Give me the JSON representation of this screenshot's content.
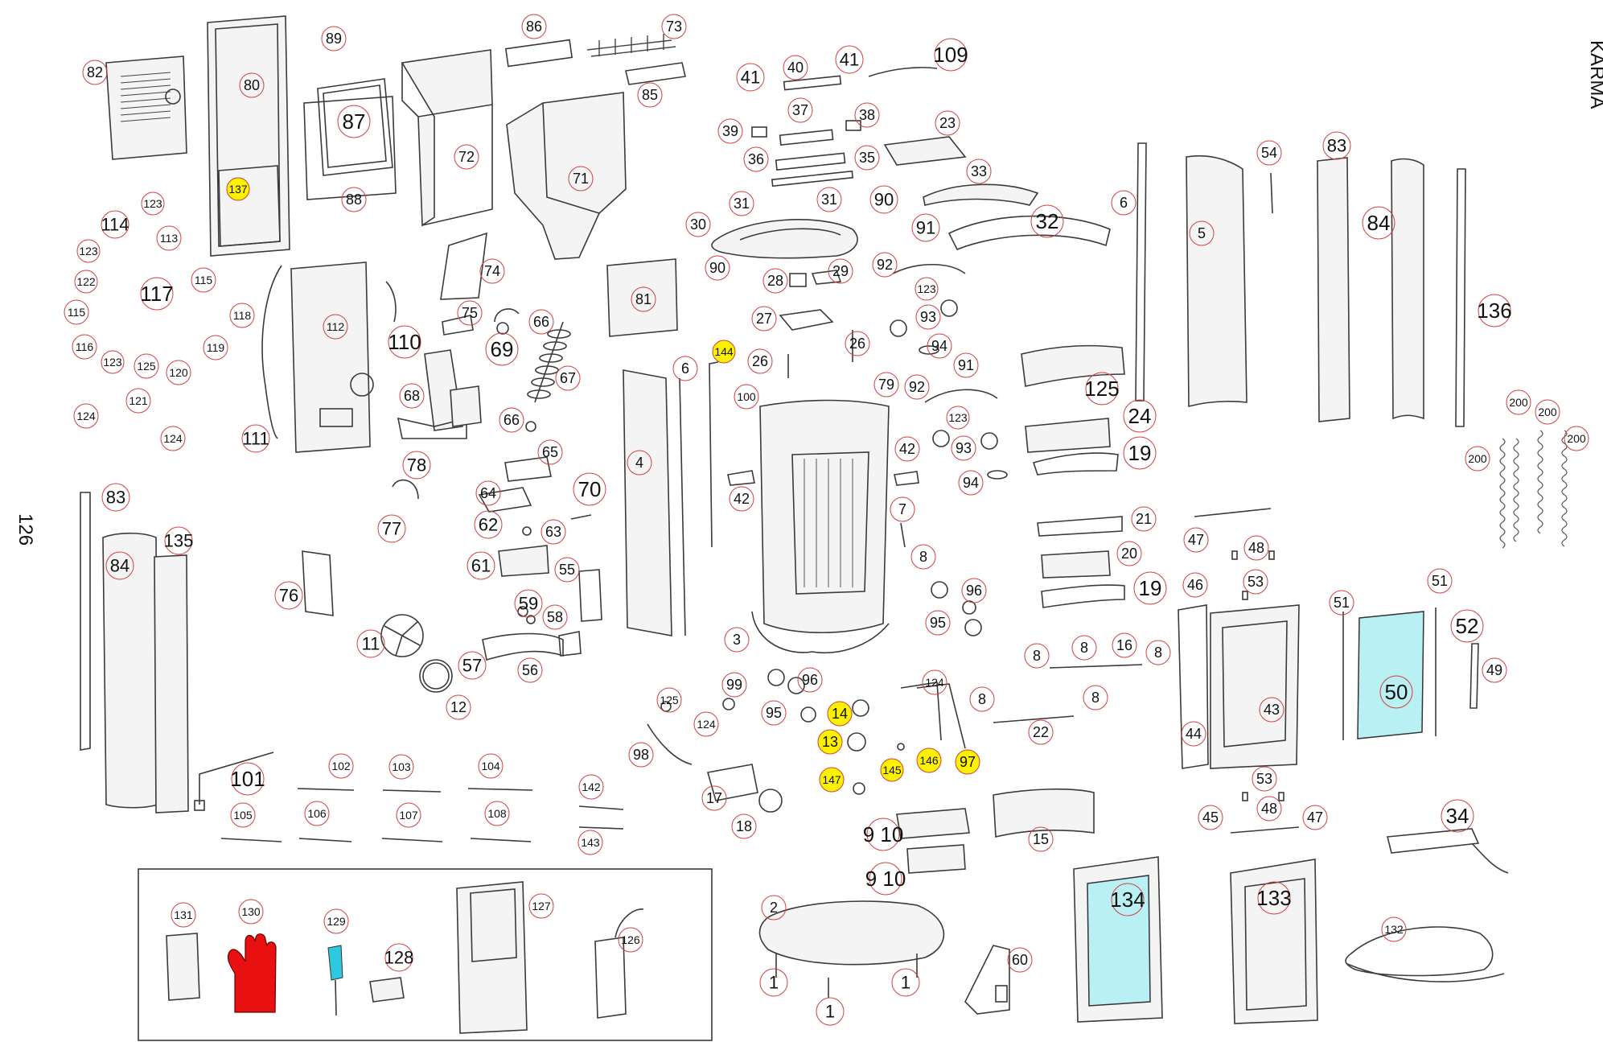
{
  "title": "KARMA",
  "page_number": "126",
  "colors": {
    "callout_ring": "#d04040",
    "highlight": "#fff200",
    "glass": "#b9f0f4",
    "glove": "#e81010",
    "scraper_blade": "#2ec8e0"
  },
  "callouts": [
    {
      "id": "c82",
      "label": "82",
      "hl": false
    },
    {
      "id": "c80",
      "label": "80",
      "hl": false
    },
    {
      "id": "c89",
      "label": "89",
      "hl": false
    },
    {
      "id": "c87",
      "label": "87",
      "hl": false
    },
    {
      "id": "c86",
      "label": "86",
      "hl": false
    },
    {
      "id": "c73",
      "label": "73",
      "hl": false
    },
    {
      "id": "c85",
      "label": "85",
      "hl": false
    },
    {
      "id": "c72",
      "label": "72",
      "hl": false
    },
    {
      "id": "c71",
      "label": "71",
      "hl": false
    },
    {
      "id": "c88",
      "label": "88",
      "hl": false
    },
    {
      "id": "c137",
      "label": "137",
      "hl": true
    },
    {
      "id": "c123a",
      "label": "123",
      "hl": false
    },
    {
      "id": "c114",
      "label": "114",
      "hl": false
    },
    {
      "id": "c113",
      "label": "113",
      "hl": false
    },
    {
      "id": "c123b",
      "label": "123",
      "hl": false
    },
    {
      "id": "c122",
      "label": "122",
      "hl": false
    },
    {
      "id": "c117",
      "label": "117",
      "hl": false
    },
    {
      "id": "c115a",
      "label": "115",
      "hl": false
    },
    {
      "id": "c115b",
      "label": "115",
      "hl": false
    },
    {
      "id": "c118",
      "label": "118",
      "hl": false
    },
    {
      "id": "c116",
      "label": "116",
      "hl": false
    },
    {
      "id": "c123c",
      "label": "123",
      "hl": false
    },
    {
      "id": "c125a",
      "label": "125",
      "hl": false
    },
    {
      "id": "c120",
      "label": "120",
      "hl": false
    },
    {
      "id": "c119",
      "label": "119",
      "hl": false
    },
    {
      "id": "c121",
      "label": "121",
      "hl": false
    },
    {
      "id": "c124a",
      "label": "124",
      "hl": false
    },
    {
      "id": "c124b",
      "label": "124",
      "hl": false
    },
    {
      "id": "c112",
      "label": "112",
      "hl": false
    },
    {
      "id": "c110",
      "label": "110",
      "hl": false
    },
    {
      "id": "c111",
      "label": "111",
      "hl": false
    },
    {
      "id": "c74",
      "label": "74",
      "hl": false
    },
    {
      "id": "c75",
      "label": "75",
      "hl": false
    },
    {
      "id": "c69",
      "label": "69",
      "hl": false
    },
    {
      "id": "c68",
      "label": "68",
      "hl": false
    },
    {
      "id": "c66a",
      "label": "66",
      "hl": false
    },
    {
      "id": "c67",
      "label": "67",
      "hl": false
    },
    {
      "id": "c66b",
      "label": "66",
      "hl": false
    },
    {
      "id": "c65",
      "label": "65",
      "hl": false
    },
    {
      "id": "c81",
      "label": "81",
      "hl": false
    },
    {
      "id": "c41a",
      "label": "41",
      "hl": false
    },
    {
      "id": "c40",
      "label": "40",
      "hl": false
    },
    {
      "id": "c41b",
      "label": "41",
      "hl": false
    },
    {
      "id": "c109",
      "label": "109",
      "hl": false
    },
    {
      "id": "c37",
      "label": "37",
      "hl": false
    },
    {
      "id": "c38",
      "label": "38",
      "hl": false
    },
    {
      "id": "c39",
      "label": "39",
      "hl": false
    },
    {
      "id": "c36",
      "label": "36",
      "hl": false
    },
    {
      "id": "c35",
      "label": "35",
      "hl": false
    },
    {
      "id": "c23",
      "label": "23",
      "hl": false
    },
    {
      "id": "c33",
      "label": "33",
      "hl": false
    },
    {
      "id": "c31a",
      "label": "31",
      "hl": false
    },
    {
      "id": "c31b",
      "label": "31",
      "hl": false
    },
    {
      "id": "c90a",
      "label": "90",
      "hl": false
    },
    {
      "id": "c30",
      "label": "30",
      "hl": false
    },
    {
      "id": "c32",
      "label": "32",
      "hl": false
    },
    {
      "id": "c91a",
      "label": "91",
      "hl": false
    },
    {
      "id": "c90b",
      "label": "90",
      "hl": false
    },
    {
      "id": "c28",
      "label": "28",
      "hl": false
    },
    {
      "id": "c29",
      "label": "29",
      "hl": false
    },
    {
      "id": "c92a",
      "label": "92",
      "hl": false
    },
    {
      "id": "c123d",
      "label": "123",
      "hl": false
    },
    {
      "id": "c27",
      "label": "27",
      "hl": false
    },
    {
      "id": "c93a",
      "label": "93",
      "hl": false
    },
    {
      "id": "c26a",
      "label": "26",
      "hl": false
    },
    {
      "id": "c94a",
      "label": "94",
      "hl": false
    },
    {
      "id": "c144",
      "label": "144",
      "hl": true
    },
    {
      "id": "c26b",
      "label": "26",
      "hl": false
    },
    {
      "id": "c6a",
      "label": "6",
      "hl": false
    },
    {
      "id": "c100",
      "label": "100",
      "hl": false
    },
    {
      "id": "c79",
      "label": "79",
      "hl": false
    },
    {
      "id": "c92b",
      "label": "92",
      "hl": false
    },
    {
      "id": "c91b",
      "label": "91",
      "hl": false
    },
    {
      "id": "c123e",
      "label": "123",
      "hl": false
    },
    {
      "id": "c93b",
      "label": "93",
      "hl": false
    },
    {
      "id": "c4",
      "label": "4",
      "hl": false
    },
    {
      "id": "c42a",
      "label": "42",
      "hl": false
    },
    {
      "id": "c42b",
      "label": "42",
      "hl": false
    },
    {
      "id": "c94b",
      "label": "94",
      "hl": false
    },
    {
      "id": "c7",
      "label": "7",
      "hl": false
    },
    {
      "id": "c8a",
      "label": "8",
      "hl": false
    },
    {
      "id": "c96a",
      "label": "96",
      "hl": false
    },
    {
      "id": "c95a",
      "label": "95",
      "hl": false
    },
    {
      "id": "c3",
      "label": "3",
      "hl": false
    },
    {
      "id": "c78",
      "label": "78",
      "hl": false
    },
    {
      "id": "c64",
      "label": "64",
      "hl": false
    },
    {
      "id": "c70",
      "label": "70",
      "hl": false
    },
    {
      "id": "c77",
      "label": "77",
      "hl": false
    },
    {
      "id": "c62",
      "label": "62",
      "hl": false
    },
    {
      "id": "c63",
      "label": "63",
      "hl": false
    },
    {
      "id": "c61",
      "label": "61",
      "hl": false
    },
    {
      "id": "c55",
      "label": "55",
      "hl": false
    },
    {
      "id": "c76",
      "label": "76",
      "hl": false
    },
    {
      "id": "c59",
      "label": "59",
      "hl": false
    },
    {
      "id": "c58",
      "label": "58",
      "hl": false
    },
    {
      "id": "c11",
      "label": "11",
      "hl": false
    },
    {
      "id": "c57",
      "label": "57",
      "hl": false
    },
    {
      "id": "c56",
      "label": "56",
      "hl": false
    },
    {
      "id": "c12",
      "label": "12",
      "hl": false
    },
    {
      "id": "c83a",
      "label": "83",
      "hl": false
    },
    {
      "id": "c84a",
      "label": "84",
      "hl": false
    },
    {
      "id": "c135",
      "label": "135",
      "hl": false
    },
    {
      "id": "c99",
      "label": "99",
      "hl": false
    },
    {
      "id": "c96b",
      "label": "96",
      "hl": false
    },
    {
      "id": "c124c",
      "label": "124",
      "hl": false
    },
    {
      "id": "c125b",
      "label": "125",
      "hl": false
    },
    {
      "id": "c95b",
      "label": "95",
      "hl": false
    },
    {
      "id": "c14",
      "label": "14",
      "hl": true
    },
    {
      "id": "c124d",
      "label": "124",
      "hl": false
    },
    {
      "id": "c13",
      "label": "13",
      "hl": true
    },
    {
      "id": "c98",
      "label": "98",
      "hl": false
    },
    {
      "id": "c145",
      "label": "145",
      "hl": true
    },
    {
      "id": "c146",
      "label": "146",
      "hl": true
    },
    {
      "id": "c97",
      "label": "97",
      "hl": true
    },
    {
      "id": "c147",
      "label": "147",
      "hl": true
    },
    {
      "id": "c17",
      "label": "17",
      "hl": false
    },
    {
      "id": "c18",
      "label": "18",
      "hl": false
    },
    {
      "id": "c101",
      "label": "101",
      "hl": false
    },
    {
      "id": "c102",
      "label": "102",
      "hl": false
    },
    {
      "id": "c103",
      "label": "103",
      "hl": false
    },
    {
      "id": "c104",
      "label": "104",
      "hl": false
    },
    {
      "id": "c105",
      "label": "105",
      "hl": false
    },
    {
      "id": "c106",
      "label": "106",
      "hl": false
    },
    {
      "id": "c107",
      "label": "107",
      "hl": false
    },
    {
      "id": "c108",
      "label": "108",
      "hl": false
    },
    {
      "id": "c142",
      "label": "142",
      "hl": false
    },
    {
      "id": "c143",
      "label": "143",
      "hl": false
    },
    {
      "id": "c910a",
      "label": "9 10",
      "hl": false
    },
    {
      "id": "c910b",
      "label": "9 10",
      "hl": false
    },
    {
      "id": "c15",
      "label": "15",
      "hl": false
    },
    {
      "id": "c8b",
      "label": "8",
      "hl": false
    },
    {
      "id": "c22",
      "label": "22",
      "hl": false
    },
    {
      "id": "c8c",
      "label": "8",
      "hl": false
    },
    {
      "id": "c8d",
      "label": "8",
      "hl": false
    },
    {
      "id": "c8e",
      "label": "8",
      "hl": false
    },
    {
      "id": "c16",
      "label": "16",
      "hl": false
    },
    {
      "id": "c8f",
      "label": "8",
      "hl": false
    },
    {
      "id": "c125c",
      "label": "125",
      "hl": false
    },
    {
      "id": "c24",
      "label": "24",
      "hl": false
    },
    {
      "id": "c19a",
      "label": "19",
      "hl": false
    },
    {
      "id": "c21",
      "label": "21",
      "hl": false
    },
    {
      "id": "c20",
      "label": "20",
      "hl": false
    },
    {
      "id": "c19b",
      "label": "19",
      "hl": false
    },
    {
      "id": "c6b",
      "label": "6",
      "hl": false
    },
    {
      "id": "c5",
      "label": "5",
      "hl": false
    },
    {
      "id": "c54",
      "label": "54",
      "hl": false
    },
    {
      "id": "c83b",
      "label": "83",
      "hl": false
    },
    {
      "id": "c84b",
      "label": "84",
      "hl": false
    },
    {
      "id": "c136",
      "label": "136",
      "hl": false
    },
    {
      "id": "c200a",
      "label": "200",
      "hl": false
    },
    {
      "id": "c200b",
      "label": "200",
      "hl": false
    },
    {
      "id": "c200c",
      "label": "200",
      "hl": false
    },
    {
      "id": "c200d",
      "label": "200",
      "hl": false
    },
    {
      "id": "c47a",
      "label": "47",
      "hl": false
    },
    {
      "id": "c48a",
      "label": "48",
      "hl": false
    },
    {
      "id": "c46",
      "label": "46",
      "hl": false
    },
    {
      "id": "c53a",
      "label": "53",
      "hl": false
    },
    {
      "id": "c51a",
      "label": "51",
      "hl": false
    },
    {
      "id": "c51b",
      "label": "51",
      "hl": false
    },
    {
      "id": "c52",
      "label": "52",
      "hl": false
    },
    {
      "id": "c49",
      "label": "49",
      "hl": false
    },
    {
      "id": "c50",
      "label": "50",
      "hl": false
    },
    {
      "id": "c43",
      "label": "43",
      "hl": false
    },
    {
      "id": "c44",
      "label": "44",
      "hl": false
    },
    {
      "id": "c53b",
      "label": "53",
      "hl": false
    },
    {
      "id": "c45",
      "label": "45",
      "hl": false
    },
    {
      "id": "c48b",
      "label": "48",
      "hl": false
    },
    {
      "id": "c47b",
      "label": "47",
      "hl": false
    },
    {
      "id": "c34",
      "label": "34",
      "hl": false
    },
    {
      "id": "c2",
      "label": "2",
      "hl": false
    },
    {
      "id": "c1a",
      "label": "1",
      "hl": false
    },
    {
      "id": "c1b",
      "label": "1",
      "hl": false
    },
    {
      "id": "c1c",
      "label": "1",
      "hl": false
    },
    {
      "id": "c60",
      "label": "60",
      "hl": false
    },
    {
      "id": "c134",
      "label": "134",
      "hl": false
    },
    {
      "id": "c133",
      "label": "133",
      "hl": false
    },
    {
      "id": "c132",
      "label": "132",
      "hl": false
    },
    {
      "id": "c131",
      "label": "131",
      "hl": false
    },
    {
      "id": "c130",
      "label": "130",
      "hl": false
    },
    {
      "id": "c129",
      "label": "129",
      "hl": false
    },
    {
      "id": "c128",
      "label": "128",
      "hl": false
    },
    {
      "id": "c127",
      "label": "127",
      "hl": false
    },
    {
      "id": "c126",
      "label": "126",
      "hl": false
    }
  ]
}
